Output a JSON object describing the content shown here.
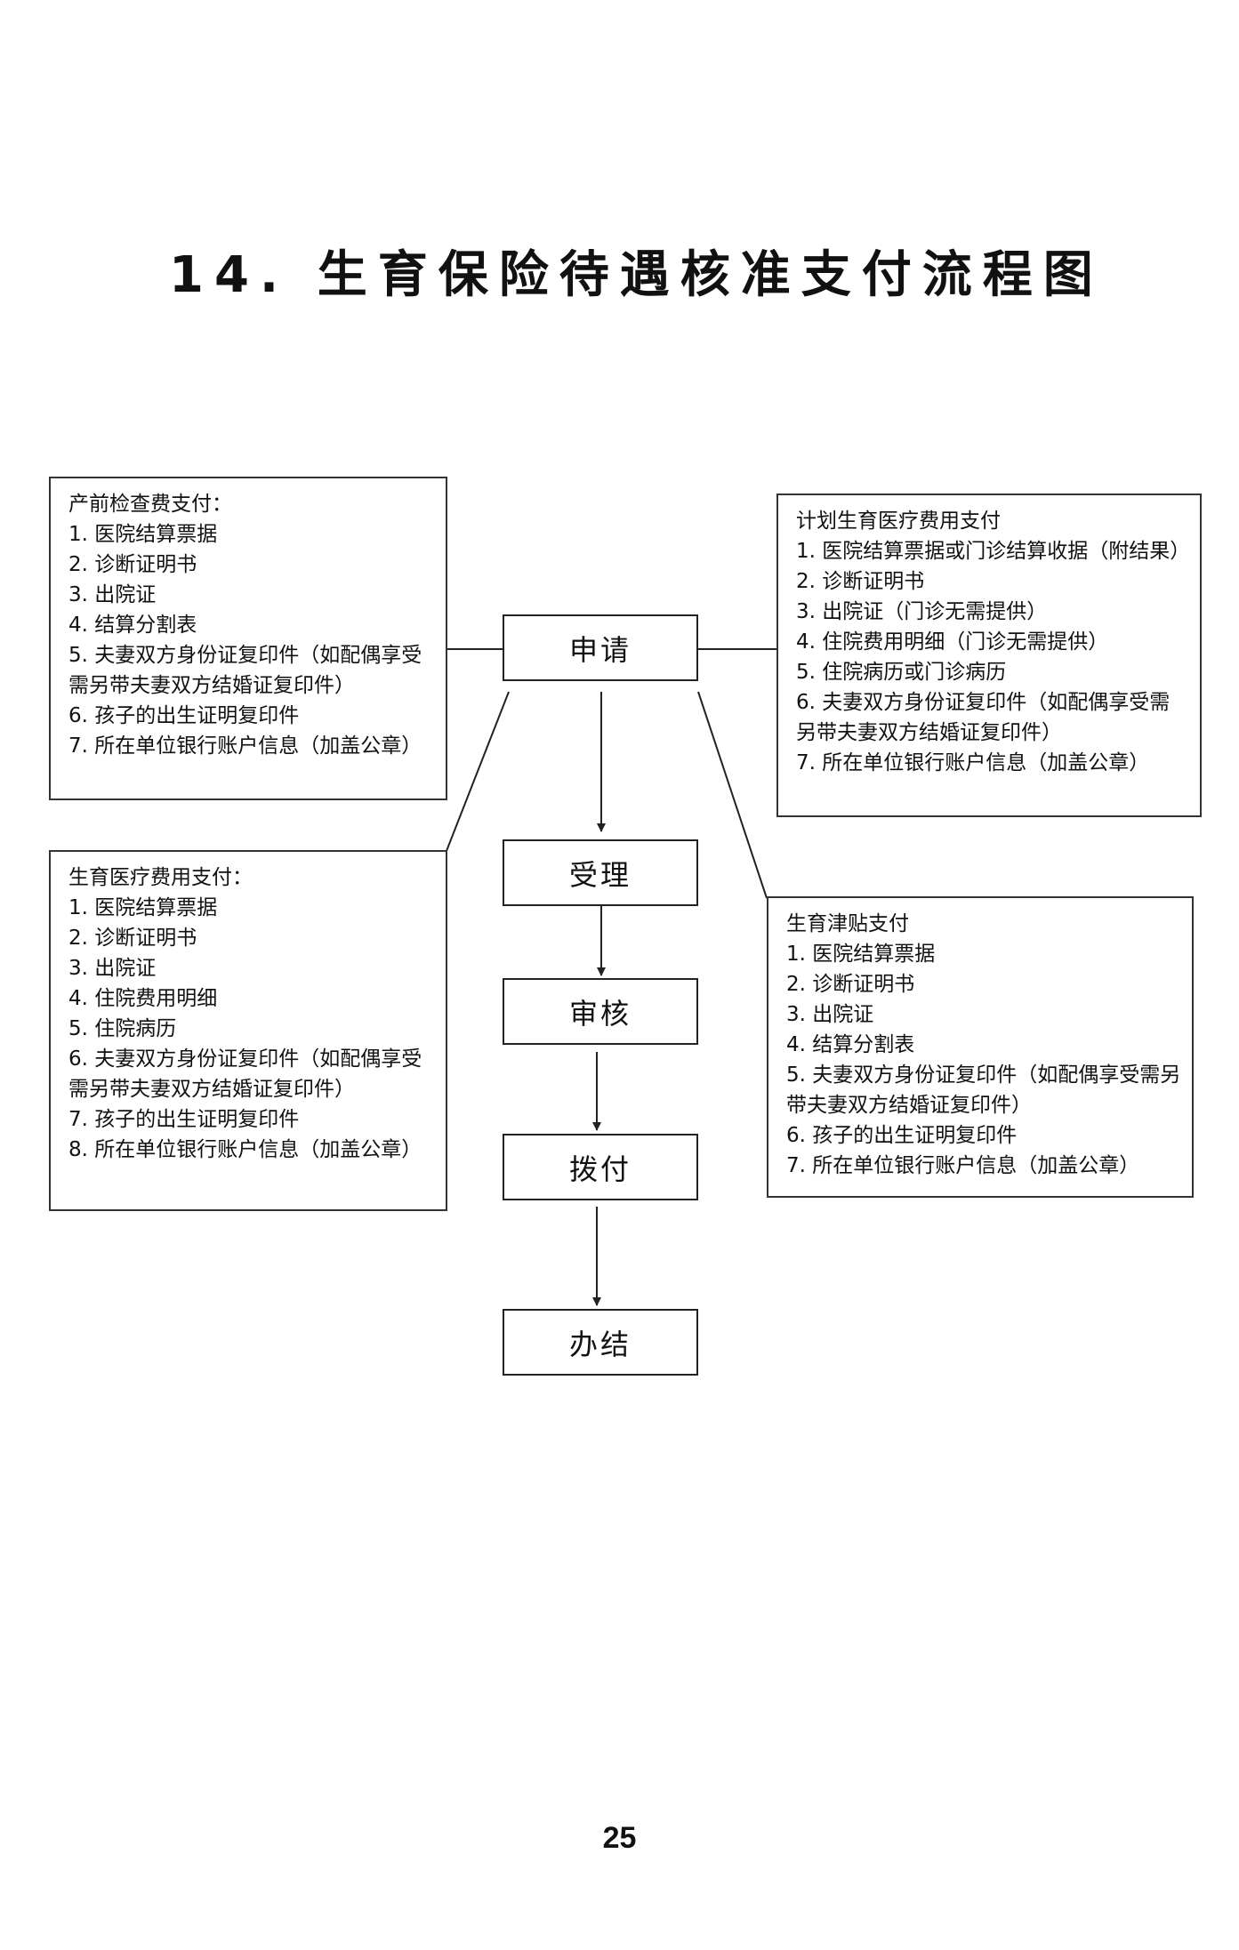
{
  "title": "14. 生育保险待遇核准支付流程图",
  "steps": {
    "apply": "申请",
    "accept": "受理",
    "review": "审核",
    "pay": "拨付",
    "complete": "办结"
  },
  "requirements": {
    "prenatal": {
      "heading": "产前检查费支付：",
      "items": [
        "1. 医院结算票据",
        "2. 诊断证明书",
        "3. 出院证",
        "4. 结算分割表",
        "5. 夫妻双方身份证复印件（如配偶享受需另带夫妻双方结婚证复印件）",
        "6. 孩子的出生证明复印件",
        "7. 所在单位银行账户信息（加盖公章）"
      ]
    },
    "family_planning": {
      "heading": "计划生育医疗费用支付",
      "items": [
        "1. 医院结算票据或门诊结算收据（附结果）",
        "2. 诊断证明书",
        "3. 出院证（门诊无需提供）",
        "4. 住院费用明细（门诊无需提供）",
        "5. 住院病历或门诊病历",
        "6. 夫妻双方身份证复印件（如配偶享受需另带夫妻双方结婚证复印件）",
        "7. 所在单位银行账户信息（加盖公章）"
      ]
    },
    "maternity_medical": {
      "heading": "生育医疗费用支付：",
      "items": [
        "1. 医院结算票据",
        "2. 诊断证明书",
        "3. 出院证",
        "4. 住院费用明细",
        "5. 住院病历",
        "6. 夫妻双方身份证复印件（如配偶享受需另带夫妻双方结婚证复印件）",
        "7. 孩子的出生证明复印件",
        "8. 所在单位银行账户信息（加盖公章）"
      ]
    },
    "maternity_allowance": {
      "heading": "生育津贴支付",
      "items": [
        "1. 医院结算票据",
        "2. 诊断证明书",
        "3. 出院证",
        "4. 结算分割表",
        "5. 夫妻双方身份证复印件（如配偶享受需另带夫妻双方结婚证复印件）",
        "6. 孩子的出生证明复印件",
        "7. 所在单位银行账户信息（加盖公章）"
      ]
    }
  },
  "page_number": "25"
}
